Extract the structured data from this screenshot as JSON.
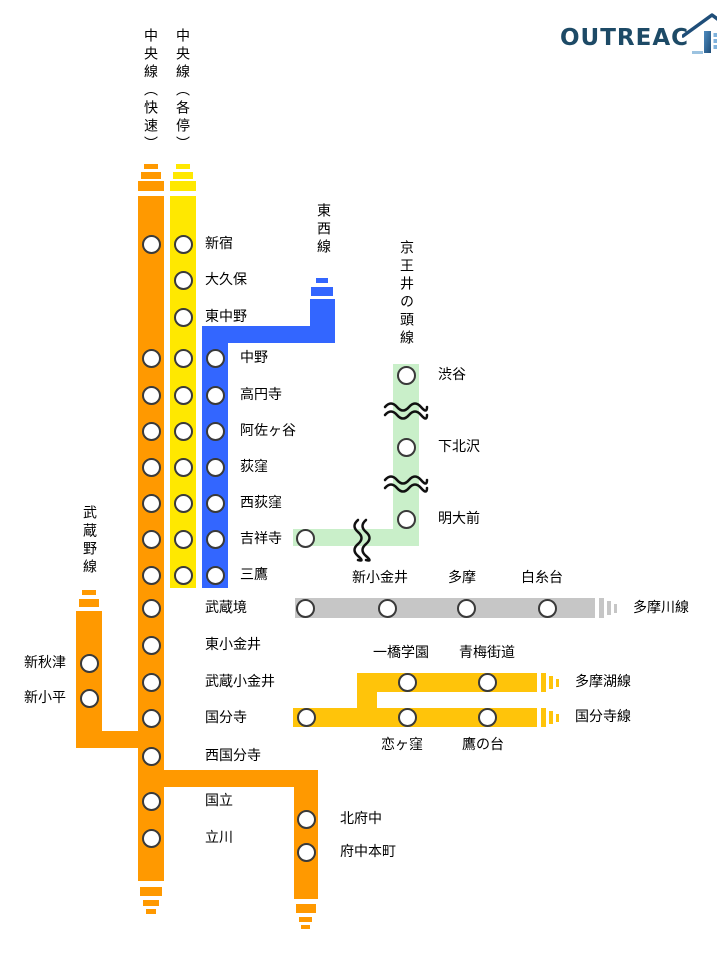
{
  "logo": {
    "text": "OUTREAC",
    "icon": "house-icon"
  },
  "colors": {
    "orange": "#FF9900",
    "yellow": "#FFE800",
    "amber": "#FFC40A",
    "blue": "#3366FF",
    "green": "#C9EFC9",
    "gray": "#C6C6C6",
    "navy": "#1D4A66",
    "lightblue": "#7FB2DC",
    "circle_border": "#3A3A3A"
  },
  "line_labels": {
    "chuo_rapid": "中央線（快速）",
    "chuo_local": "中央線（各停）",
    "tozai": "東西線",
    "inokashira": "京王井の頭線",
    "musashino": "武蔵野線",
    "tamagawa": "多摩川線",
    "tamako": "多摩湖線",
    "kokubunji": "国分寺線"
  },
  "stations": {
    "chuo": [
      "新宿",
      "大久保",
      "東中野",
      "中野",
      "高円寺",
      "阿佐ヶ谷",
      "荻窪",
      "西荻窪",
      "吉祥寺",
      "三鷹",
      "武蔵境",
      "東小金井",
      "武蔵小金井",
      "国分寺",
      "西国分寺",
      "国立",
      "立川"
    ],
    "inokashira": [
      "渋谷",
      "下北沢",
      "明大前"
    ],
    "tamagawa": [
      "新小金井",
      "多摩",
      "白糸台"
    ],
    "tamako": [
      "一橋学園",
      "青梅街道"
    ],
    "kokubunji_line": [
      "恋ヶ窪",
      "鷹の台"
    ],
    "musashino": [
      "新秋津",
      "新小平"
    ],
    "musashino_branch": [
      "北府中",
      "府中本町"
    ]
  }
}
